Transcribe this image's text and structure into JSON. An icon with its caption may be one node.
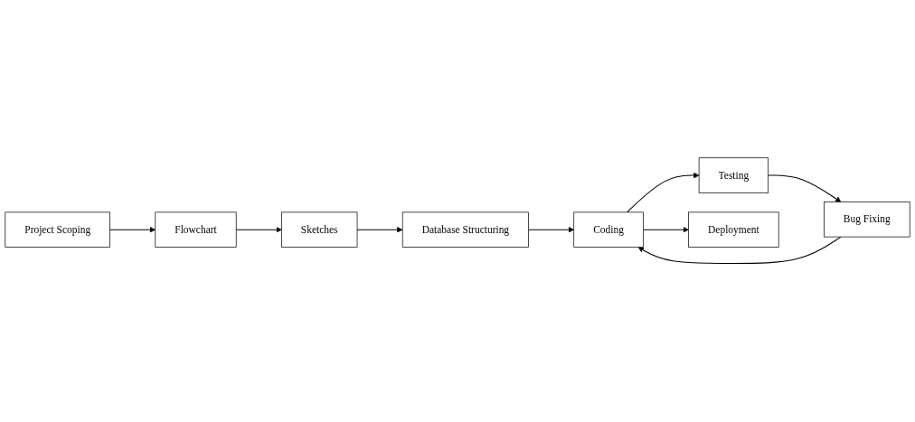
{
  "diagram": {
    "nodes": [
      {
        "text": [
          "Project Scoping"
        ]
      },
      {
        "text": [
          "Flowchart"
        ]
      },
      {
        "text": [
          "Sketches"
        ]
      },
      {
        "text": [
          "Database Structuring"
        ]
      },
      {
        "text": [
          "Bug Fixing"
        ]
      },
      {
        "text": [
          "Coding"
        ]
      },
      {
        "text": [
          "Testing"
        ]
      },
      {
        "text": [
          "Deployment"
        ]
      }
    ],
    "edges": [
      {
        "from": 0,
        "to": 1,
        "arrow": "to"
      },
      {
        "from": 1,
        "to": 2,
        "arrow": "to"
      },
      {
        "from": 2,
        "to": 3,
        "arrow": "to"
      },
      {
        "from": 3,
        "to": 5,
        "arrow": "to"
      },
      {
        "from": 4,
        "to": 5,
        "arrow": "to"
      },
      {
        "from": 5,
        "to": 6,
        "arrow": "to"
      },
      {
        "from": 6,
        "to": 4,
        "arrow": "to"
      },
      {
        "from": 5,
        "to": 7,
        "arrow": "to"
      }
    ]
  }
}
